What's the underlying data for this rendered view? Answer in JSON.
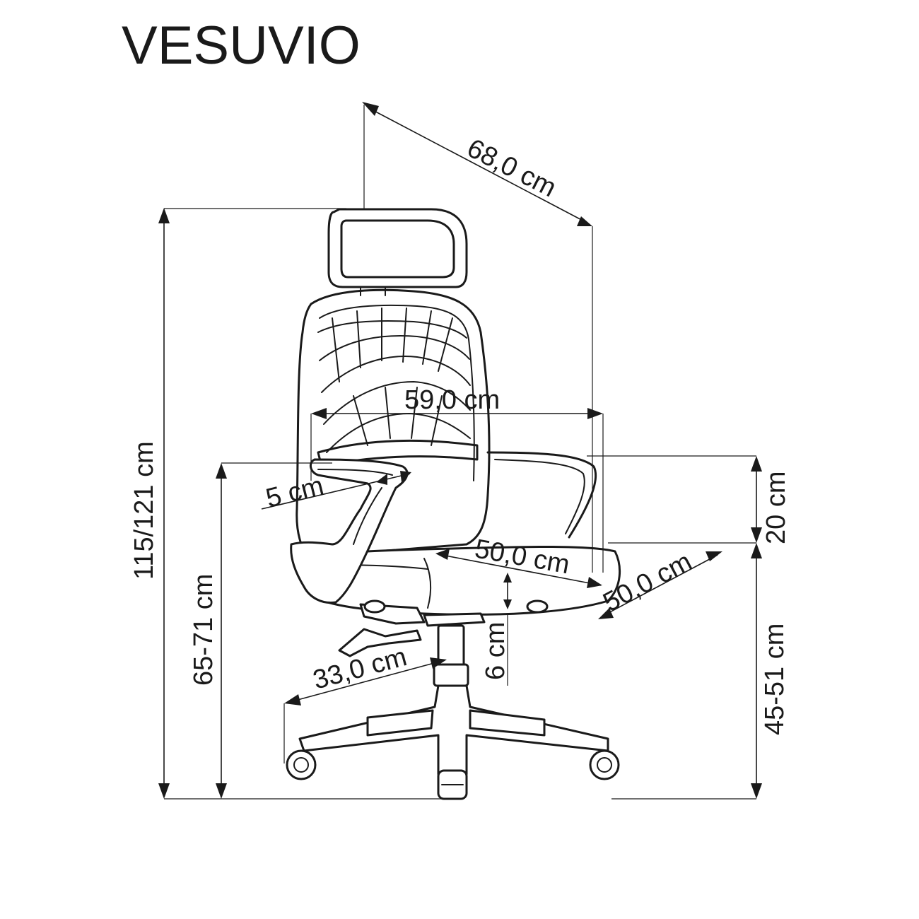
{
  "title": "VESUVIO",
  "dimensions": {
    "diagonal_depth": "68,0 cm",
    "total_height": "115/121 cm",
    "armrest_height": "65-71 cm",
    "seat_width": "59,0 cm",
    "armrest_width": "5 cm",
    "seat_depth": "50,0 cm",
    "seat_depth_side": "50,0 cm",
    "backrest_height": "20 cm",
    "seat_thickness": "6 cm",
    "seat_height": "45-51 cm",
    "base_radius": "33,0 cm"
  }
}
